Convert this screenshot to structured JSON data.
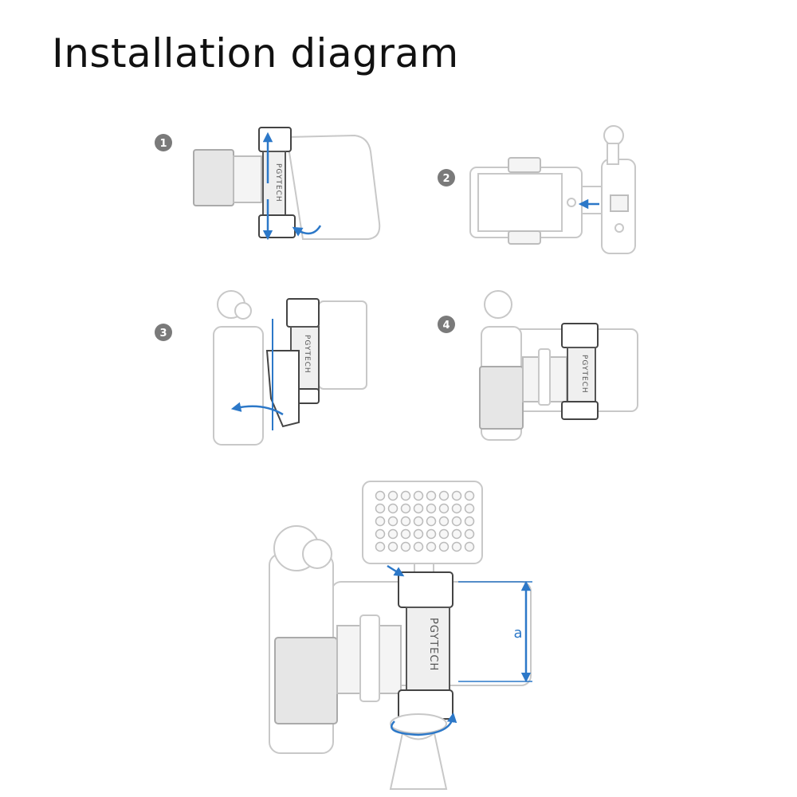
{
  "title": "Installation diagram",
  "steps": [
    "1",
    "2",
    "3",
    "4"
  ],
  "brand": "PGYTECH",
  "dimension_label": "a",
  "colors": {
    "arrow": "#2c78c8",
    "step_badge": "#7a7a7a"
  }
}
